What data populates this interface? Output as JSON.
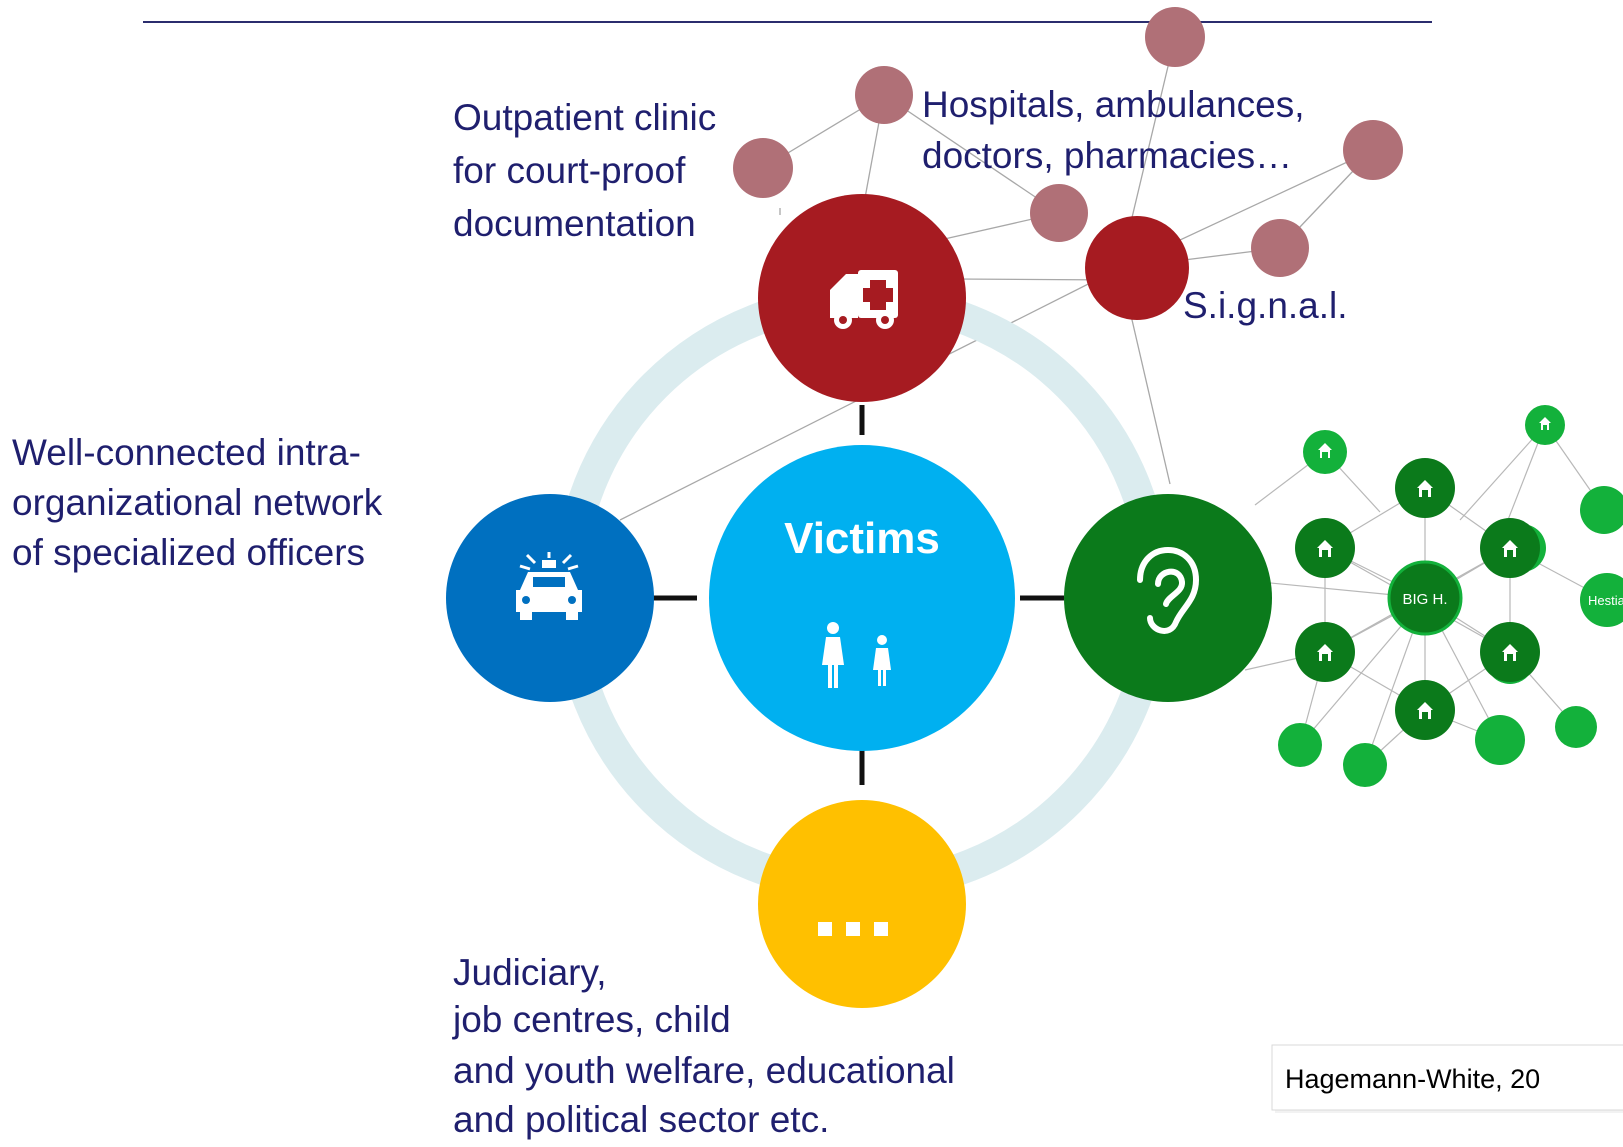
{
  "center": {
    "title": "Victims",
    "icon": "mother-child-icon",
    "color": "#00b0f0"
  },
  "nodes": {
    "medical": {
      "icon": "ambulance-icon",
      "color": "#a61b21"
    },
    "police": {
      "icon": "police-car-icon",
      "color": "#0070c0"
    },
    "counselling": {
      "icon": "ear-icon",
      "color": "#0b7a1b"
    },
    "other": {
      "icon": "ellipsis-icon",
      "label": "...",
      "color": "#ffc000"
    }
  },
  "labels": {
    "outpatient": [
      "Outpatient clinic",
      "for court-proof",
      "documentation"
    ],
    "hospitals": [
      "Hospitals, ambulances,",
      "doctors, pharmacies…"
    ],
    "signal": "S.i.g.n.a.l.",
    "police_network": [
      "Well-connected intra-",
      "organizational network",
      "of specialized officers"
    ],
    "judiciary": [
      "Judiciary,",
      "job centres, child",
      "and youth welfare, educational",
      "and political sector etc."
    ]
  },
  "network": {
    "hub_label": "BIG H.",
    "satellite_label": "Hestia"
  },
  "citation": "Hagemann-White, 20",
  "colors": {
    "ring": "#dbecef",
    "hospital_nodes": "#b07077",
    "network_dark": "#0b7a1b",
    "network_light": "#13b13b",
    "text": "#1f1f6e"
  }
}
